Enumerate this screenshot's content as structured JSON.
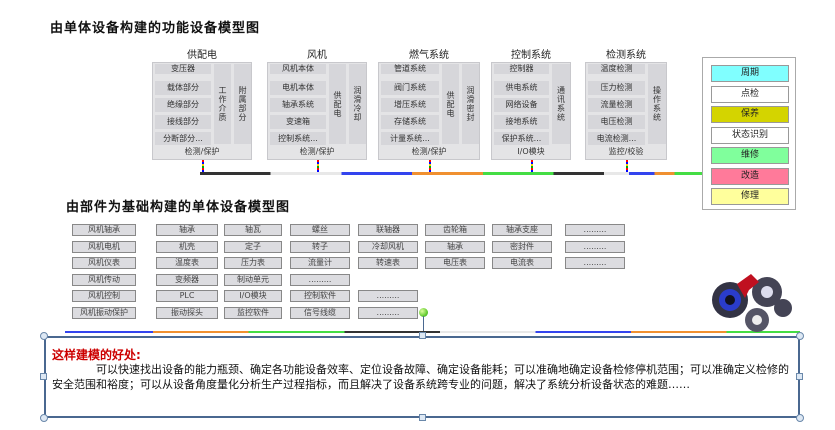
{
  "title_top": "由单体设备构建的功能设备模型图",
  "title_bottom": "由部件为基础构建的单体设备模型图",
  "systems": [
    {
      "name": "供配电",
      "items": [
        "变压器",
        "载体部分",
        "绝缘部分",
        "接线部分",
        "分断部分..."
      ],
      "side": [
        "工作介质",
        "附属部分"
      ],
      "footer": "检测/保护"
    },
    {
      "name": "风机",
      "items": [
        "风机本体",
        "电机本体",
        "轴承系统",
        "变速箱",
        "控制系统..."
      ],
      "side": [
        "供配电",
        "润滑冷却"
      ],
      "footer": "检测/保护"
    },
    {
      "name": "燃气系统",
      "items": [
        "管道系统",
        "阀门系统",
        "增压系统",
        "存储系统",
        "计量系统..."
      ],
      "side": [
        "供配电",
        "润滑密封"
      ],
      "footer": "检测/保护"
    },
    {
      "name": "控制系统",
      "items": [
        "控制器",
        "供电系统",
        "网络设备",
        "接地系统",
        "保护系统..."
      ],
      "side": [
        "通讯系统"
      ],
      "footer": "I/O模块"
    },
    {
      "name": "检测系统",
      "items": [
        "温度检测",
        "压力检测",
        "流量检测",
        "电压检测",
        "电流检测..."
      ],
      "side": [
        "操作系统"
      ],
      "footer": "监控/校验"
    }
  ],
  "panel": [
    {
      "label": "周期",
      "color": "#80ffff"
    },
    {
      "label": "点检",
      "color": "#ffffff"
    },
    {
      "label": "保养",
      "color": "#d4d400"
    },
    {
      "label": "状态识别",
      "color": "#ffffff"
    },
    {
      "label": "维修",
      "color": "#80ff9c"
    },
    {
      "label": "改造",
      "color": "#ff7a9a"
    },
    {
      "label": "修理",
      "color": "#ffff9c"
    }
  ],
  "components": [
    [
      "风机轴承",
      "轴承",
      "轴瓦",
      "螺丝",
      "联轴器",
      "齿轮箱",
      "轴承支座",
      "........."
    ],
    [
      "风机电机",
      "机壳",
      "定子",
      "转子",
      "冷却风机",
      "轴承",
      "密封件",
      "........."
    ],
    [
      "风机仪表",
      "温度表",
      "压力表",
      "流量计",
      "转速表",
      "电压表",
      "电流表",
      "........."
    ],
    [
      "风机传动",
      "变频器",
      "制动单元",
      "........."
    ],
    [
      "风机控制",
      "PLC",
      "I/O模块",
      "控制软件",
      "........."
    ],
    [
      "风机振动保护",
      "振动探头",
      "监控软件",
      "信号线缆",
      "........."
    ]
  ],
  "benefit": {
    "heading": "这样建模的好处:",
    "text": "可以快速找出设备的能力瓶颈、确定各功能设备效率、定位设备故障、确定设备能耗；可以准确地确定设备检修停机范围；可以准确定义检修的安全范围和裕度；可以从设备角度量化分析生产过程指标，而且解决了设备系统跨专业的问题，解决了系统分析设备状态的难题……"
  }
}
